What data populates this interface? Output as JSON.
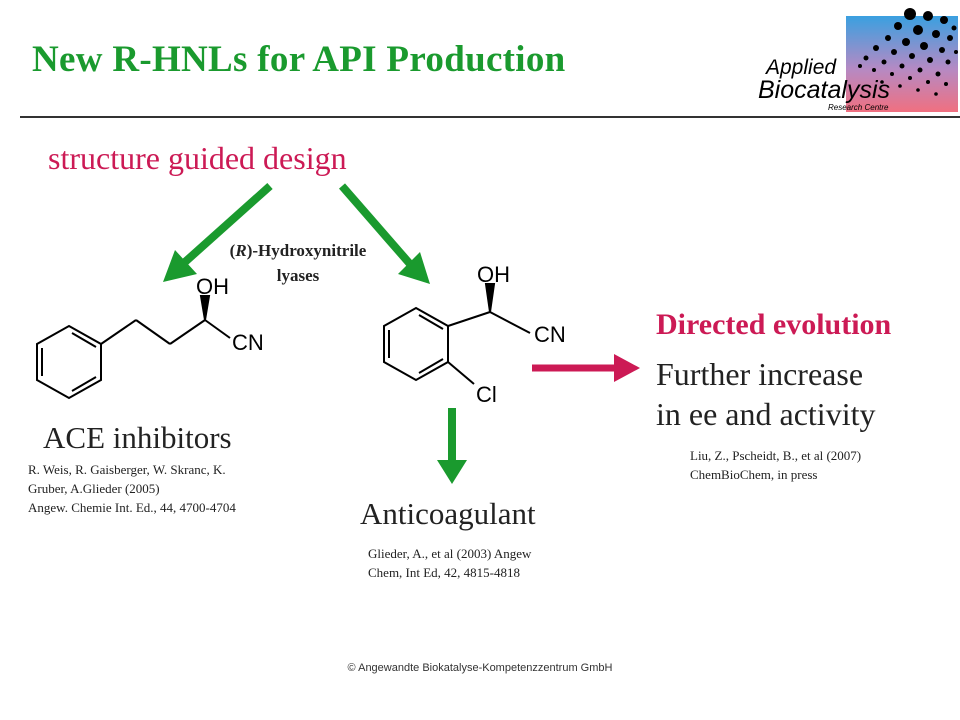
{
  "slide": {
    "title": "New R-HNLs for API Production",
    "subtitle": "structure guided design",
    "enzyme_label": {
      "italic_part": "R",
      "rest_line1": "-Hydroxynitrile",
      "line2": "lyases"
    },
    "left_branch": {
      "label": "ACE inhibitors",
      "reference_lines": [
        "R. Weis, R. Gaisberger, W. Skranc, K.",
        "Gruber, A.Glieder (2005)",
        "Angew. Chemie Int. Ed., 44, 4700-4704"
      ]
    },
    "center_branch": {
      "label": "Anticoagulant",
      "reference_lines": [
        "Glieder, A., et al (2003) Angew",
        "Chem, Int Ed, 42, 4815-4818"
      ]
    },
    "right_branch": {
      "heading": "Directed evolution",
      "text_lines": [
        "Further increase",
        "in ee and activity"
      ],
      "reference_lines": [
        "Liu, Z., Pscheidt, B., et al (2007)",
        "ChemBioChem, in press"
      ]
    },
    "molecule_labels": {
      "left_oh": "OH",
      "left_cn": "CN",
      "right_oh": "OH",
      "right_cn": "CN",
      "right_cl": "Cl"
    },
    "logo": {
      "line1": "Applied",
      "line2": "Biocatalysis",
      "line3": "Research Centre"
    },
    "footer": "© Angewandte Biokatalyse-Kompetenzzentrum  GmbH",
    "colors": {
      "title": "#1a9a2e",
      "accent_red": "#cc1a55",
      "arrow_green": "#1a9a2e",
      "arrow_red": "#cc1a55"
    }
  }
}
